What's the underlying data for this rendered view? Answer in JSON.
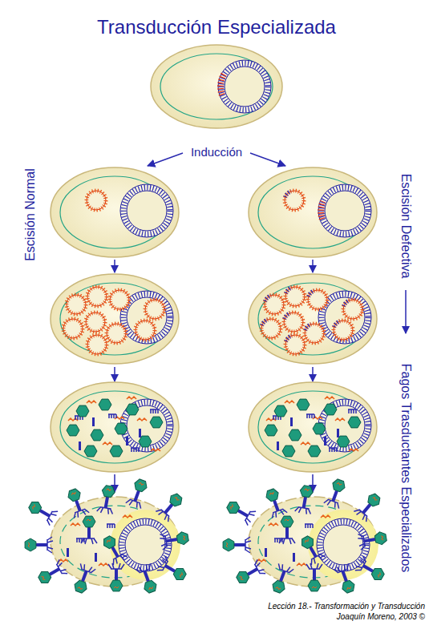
{
  "diagram": {
    "title": "Transducción Especializada",
    "caption": "Lección 18.- Transformación y Transducción",
    "labels": [
      "Inducción",
      "Escisión Normal",
      "Escisión Defectiva",
      "Fagos Trasductantes Especializados",
      "Joaquín Moreno, 2003 ©"
    ]
  }
}
